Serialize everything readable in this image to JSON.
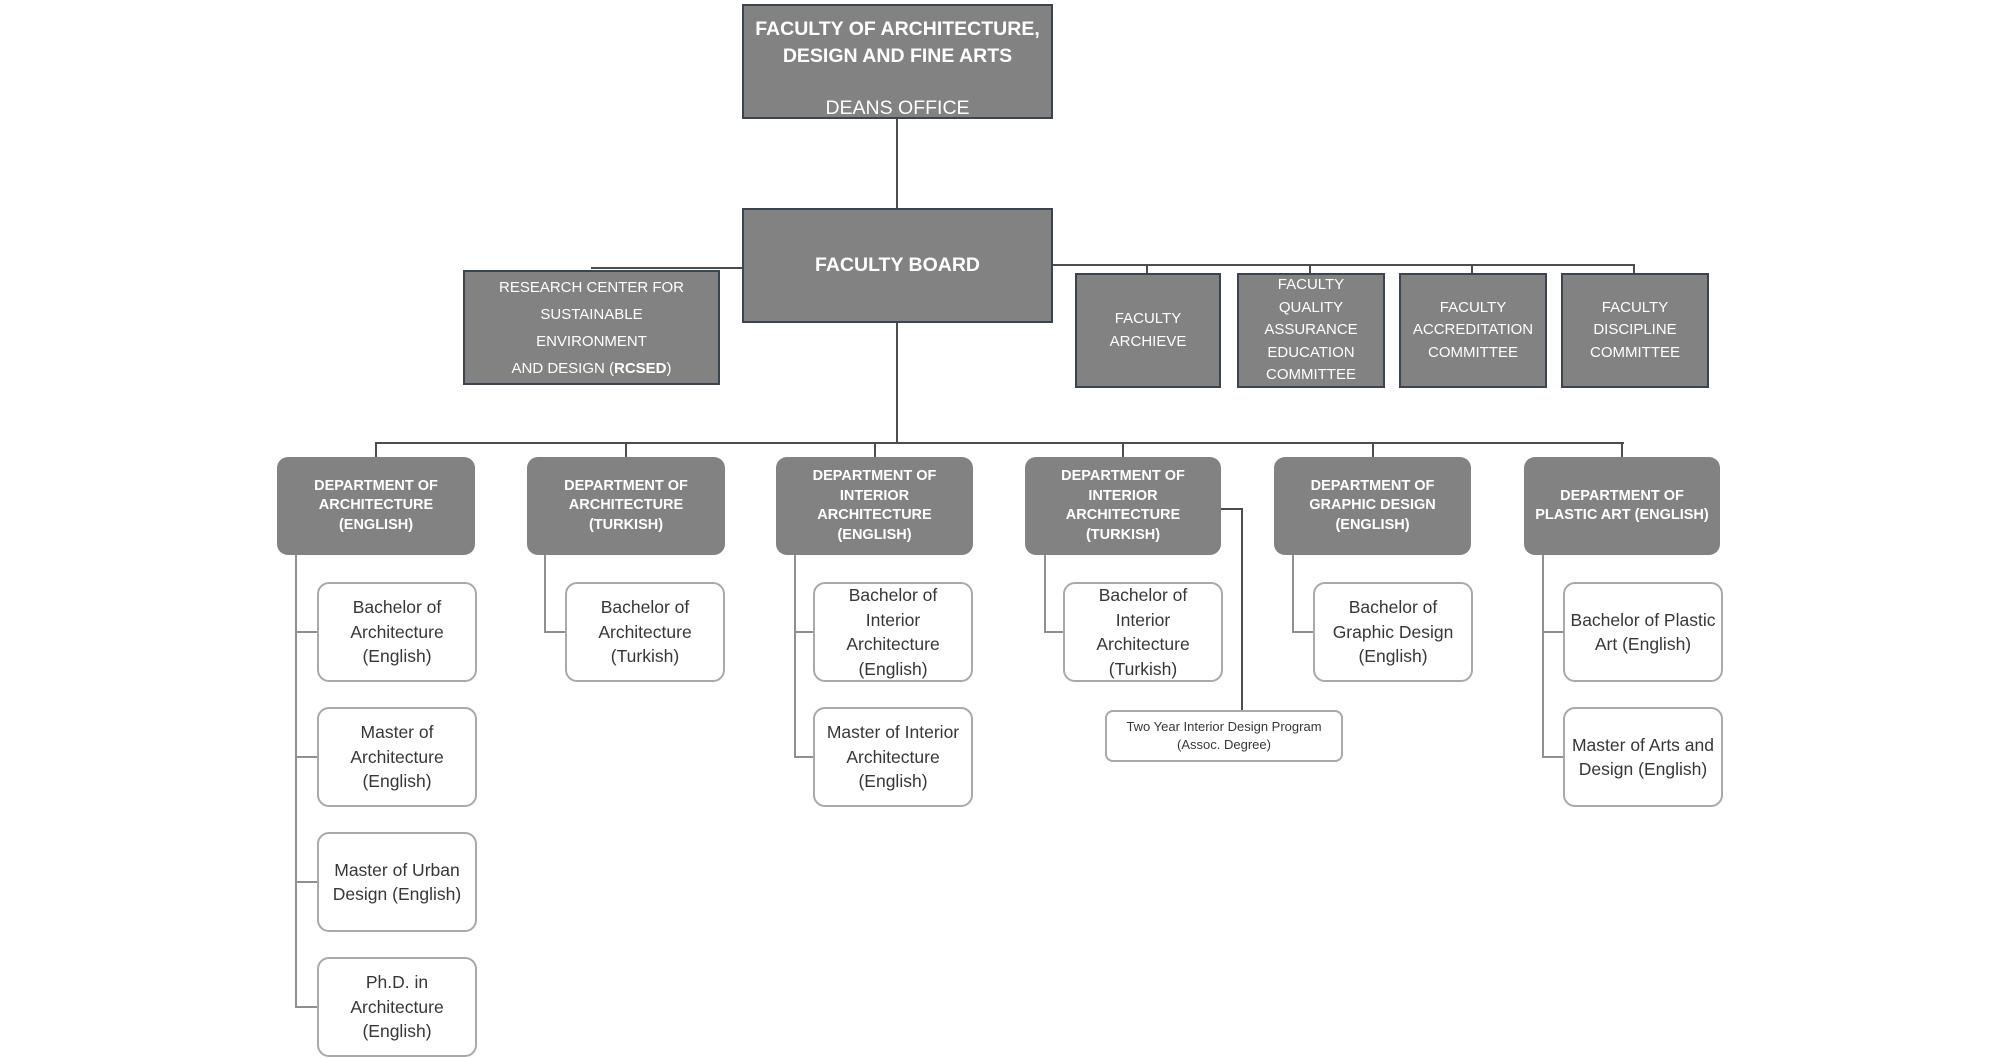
{
  "colors": {
    "box_fill": "#828282",
    "box_border": "#3C4452",
    "text_on_gray": "#FFFFFF",
    "program_border": "#A9A9A9",
    "program_text": "#373737",
    "connector_dark": "#4D4D4D",
    "connector_light": "#8F8F8F",
    "background": "#FFFFFF"
  },
  "root": {
    "title": "FACULTY OF ARCHITECTURE,\nDESIGN AND FINE ARTS",
    "subtitle": "DEANS OFFICE"
  },
  "board": {
    "label": "FACULTY BOARD"
  },
  "research": {
    "prefix": "RESEARCH CENTER FOR\nSUSTAINABLE ENVIRONMENT\nAND DESIGN (",
    "acronym": "RCSED",
    "suffix": ")"
  },
  "committees": [
    {
      "label": "FACULTY\nARCHIEVE"
    },
    {
      "label": "FACULTY\nQUALITY\nASSURANCE\nEDUCATION\nCOMMITTEE"
    },
    {
      "label": "FACULTY\nACCREDITATION\nCOMMITTEE"
    },
    {
      "label": "FACULTY\nDISCIPLINE\nCOMMITTEE"
    }
  ],
  "departments": [
    {
      "label": "DEPARTMENT OF\nARCHITECTURE\n(ENGLISH)",
      "programs": [
        "Bachelor of\nArchitecture\n(English)",
        "Master of\nArchitecture\n(English)",
        "Master of Urban\nDesign (English)",
        "Ph.D. in\nArchitecture\n(English)"
      ]
    },
    {
      "label": "DEPARTMENT OF\nARCHITECTURE\n(TURKISH)",
      "programs": [
        "Bachelor of\nArchitecture\n(Turkish)"
      ]
    },
    {
      "label": "DEPARTMENT OF\nINTERIOR\nARCHITECTURE\n(ENGLISH)",
      "programs": [
        "Bachelor of\nInterior\nArchitecture\n(English)",
        "Master of Interior\nArchitecture\n(English)"
      ]
    },
    {
      "label": "DEPARTMENT OF\nINTERIOR\nARCHITECTURE\n(TURKISH)",
      "programs": [
        "Bachelor of\nInterior\nArchitecture\n(Turkish)"
      ],
      "associate_program": "Two Year Interior Design Program\n(Assoc. Degree)"
    },
    {
      "label": "DEPARTMENT OF\nGRAPHIC DESIGN\n(ENGLISH)",
      "programs": [
        "Bachelor of\nGraphic Design\n(English)"
      ]
    },
    {
      "label": "DEPARTMENT OF\nPLASTIC ART (ENGLISH)",
      "programs": [
        "Bachelor of Plastic\nArt (English)",
        "Master of Arts and\nDesign (English)"
      ]
    }
  ]
}
